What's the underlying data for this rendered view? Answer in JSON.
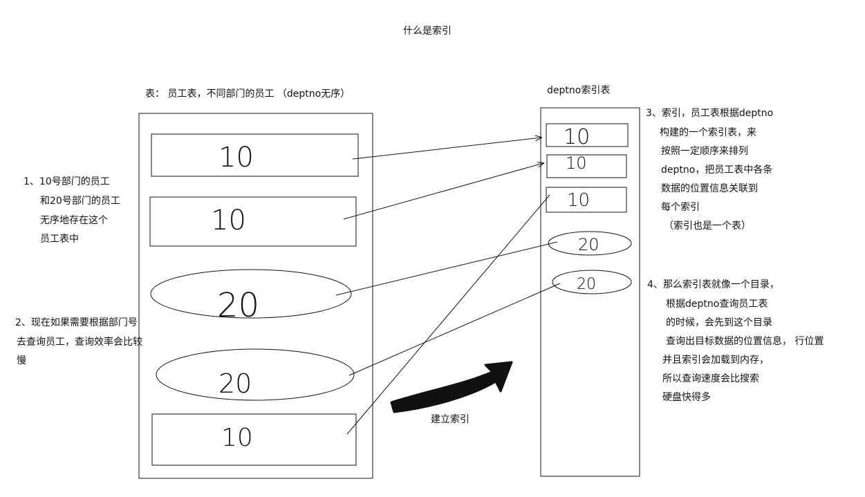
{
  "title": "什么是索引",
  "table_caption": "表：   员工表，不同部门的员工        （deptno无序）",
  "index_caption": "deptno索引表",
  "arrow_label": "建立索引",
  "employee_table": {
    "records": [
      {
        "shape": "rect",
        "value": "10"
      },
      {
        "shape": "rect",
        "value": "10"
      },
      {
        "shape": "ellipse",
        "value": "20"
      },
      {
        "shape": "ellipse",
        "value": "20"
      },
      {
        "shape": "rect",
        "value": "10"
      }
    ]
  },
  "index_table": {
    "entries": [
      {
        "shape": "rect",
        "value": "10"
      },
      {
        "shape": "rect",
        "value": "10"
      },
      {
        "shape": "rect",
        "value": "10"
      },
      {
        "shape": "ellipse",
        "value": "20"
      },
      {
        "shape": "ellipse",
        "value": "20"
      }
    ]
  },
  "notes": {
    "note1": [
      "1、10号部门的员工",
      "和20号部门的员工",
      "无序地存在这个",
      "员工表中"
    ],
    "note2": [
      "2、现在如果需要根据部门号",
      "去查询员工，查询效率会比较",
      "慢"
    ],
    "note3": [
      "3、索引，员工表根据deptno",
      "构建的一个索引表，来",
      "按照一定顺序来排列",
      "deptno，把员工表中各条",
      "数据的位置信息关联到",
      "每个索引",
      "（索引也是一个表）"
    ],
    "note4": [
      "4、那么索引表就像一个目录，",
      "根据deptno查询员工表",
      "的时候，会先到这个目录",
      "查询出目标数据的位置信息，  行位置",
      "并且索引会加载到内存，",
      "所以查询速度会比搜索",
      "硬盘快得多"
    ]
  },
  "colors": {
    "ink": "#111111",
    "background": "#ffffff"
  }
}
